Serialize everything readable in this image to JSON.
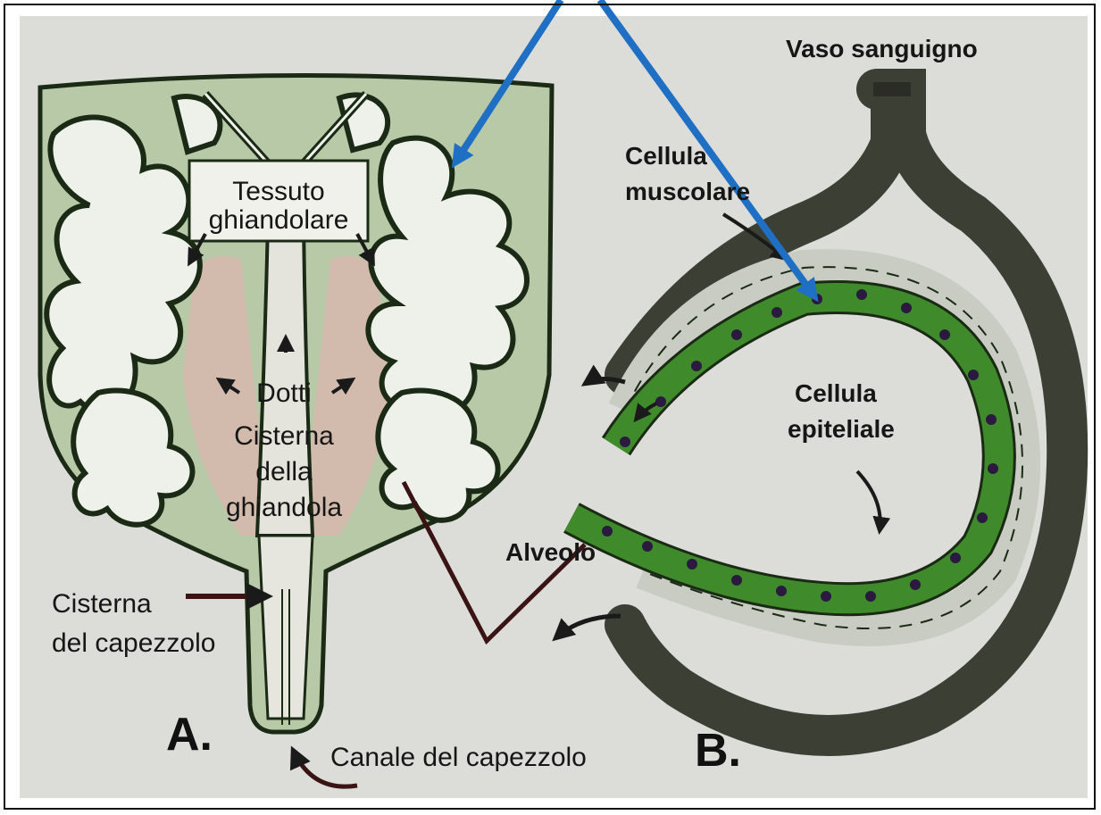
{
  "labels": {
    "tessuto_line1": "Tessuto",
    "tessuto_line2": "ghiandolare",
    "dotti": "Dotti",
    "cisterna_gh_line1": "Cisterna",
    "cisterna_gh_line2": "della",
    "cisterna_gh_line3": "ghiandola",
    "cisterna_cap_line1": "Cisterna",
    "cisterna_cap_line2": "del capezzolo",
    "canale": "Canale del capezzolo",
    "panel_a": "A.",
    "panel_b": "B.",
    "vaso": "Vaso sanguigno",
    "cell_musc_line1": "Cellula",
    "cell_musc_line2": "muscolare",
    "cell_epit_line1": "Cellula",
    "cell_epit_line2": "epiteliale",
    "alveolo": "Alveolo"
  },
  "colors": {
    "background": "#dcddd8",
    "tissue_fill": "#b8c9a8",
    "tissue_pink": "#d6b8ae",
    "outline": "#1a2a14",
    "epithelial_cell": "#3f8a2a",
    "nucleus": "#2a1a40",
    "vessel": "#3b3f34",
    "blue_arrow": "#1f6fc5"
  }
}
